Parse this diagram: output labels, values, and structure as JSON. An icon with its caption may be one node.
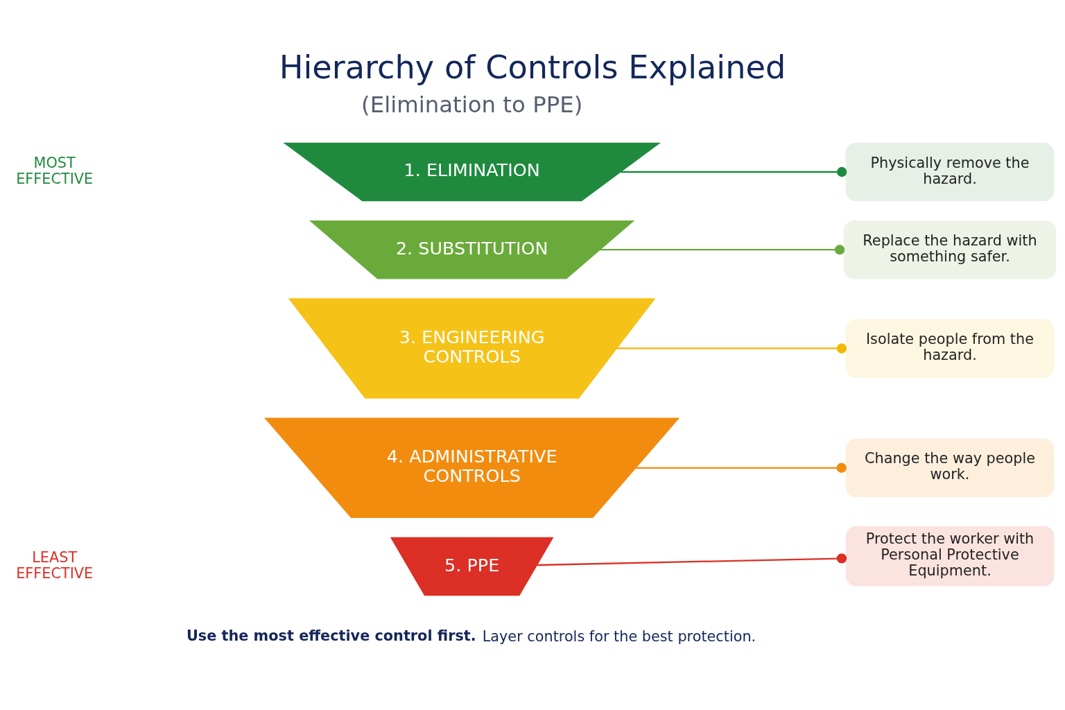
{
  "diagram": {
    "title": "Hierarchy of Controls Explained",
    "nodes": [
      {
        "text": [
          "1. ELIMINATION"
        ]
      },
      {
        "text": [
          "Physically remove the hazard."
        ]
      },
      {
        "text": [
          "2. SUBSTITUTION"
        ]
      },
      {
        "text": [
          "Replace the hazard with something safer."
        ]
      },
      {
        "text": [
          "3. ENGINEERING CONTROLS"
        ]
      },
      {
        "text": [
          "Isolate people from the hazard."
        ]
      },
      {
        "text": [
          "4. ADMINISTRATIVE CONTROLS"
        ]
      },
      {
        "text": [
          "Change the way people work."
        ]
      },
      {
        "text": [
          "5. PPE"
        ]
      },
      {
        "text": [
          "Protect the worker with Personal Protective Equipment."
        ]
      }
    ],
    "edges": [
      {
        "from": 0,
        "to": 1,
        "arrow": "other",
        "color": "#1f8a3e"
      },
      {
        "from": 2,
        "to": 3,
        "arrow": "other",
        "color": "#6aaa3a"
      },
      {
        "from": 4,
        "to": 5,
        "arrow": "other",
        "color": "#f2b705"
      },
      {
        "from": 6,
        "to": 7,
        "arrow": "other",
        "color": "#f28c0f"
      },
      {
        "from": 8,
        "to": 9,
        "arrow": "other",
        "color": "#dc2f25"
      }
    ],
    "labels": [
      "(Elimination to PPE)",
      "MOST EFFECTIVE",
      "LEAST EFFECTIVE",
      "**Use the most effective control first.** Layer controls for the best protection."
    ]
  }
}
